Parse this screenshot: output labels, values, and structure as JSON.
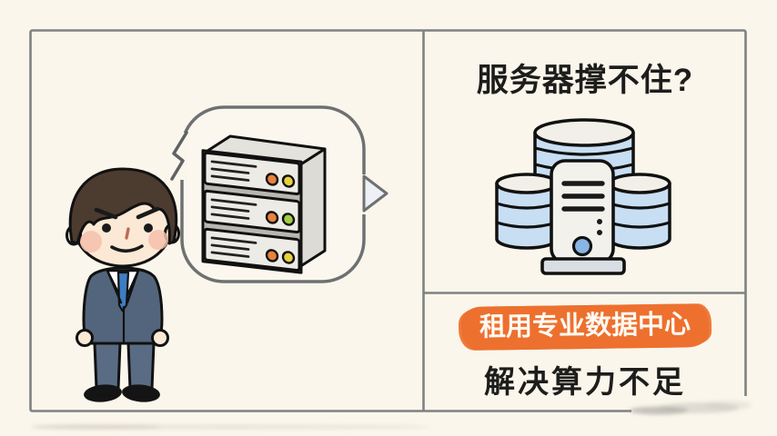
{
  "panels": {
    "top_right": {
      "title": "服务器撑不住?"
    },
    "bottom_right": {
      "highlight": "租用专业数据中心",
      "subtitle": "解决算力不足"
    },
    "left": {
      "figure": "frustrated-businessman",
      "thought": "overloaded-server-rack"
    }
  },
  "icons": {
    "speech_bubble": "speech-bubble",
    "server_rack": "server-rack-icon",
    "arrow_right": "arrow-right-icon",
    "database_cluster": "database-cluster-icon",
    "power_button": "power-button-icon"
  },
  "colors": {
    "background": "#FAF6EB",
    "panel_border": "#7F8183",
    "bubble_border": "#6E7072",
    "accent_orange": "#ED702E",
    "highlight_text": "#FFF9F2",
    "text_black": "#1D1D1B",
    "hair_brown": "#4C3B2F",
    "skin": "#FBE9D6",
    "blush_pink": "#F6C0AB",
    "suit_blue": "#53657C",
    "pants_blue": "#5A6C84",
    "tie_blue": "#3D7DC2",
    "rack_front": "#EDEBE6",
    "rack_top": "#E4E2DC",
    "rack_side": "#DDDBD5",
    "rack_back": "#B9B7B2",
    "led_orange": "#E8823C",
    "led_yellow": "#E6D13F",
    "led_green": "#A3CE44",
    "db_blue": "#C8DEF2",
    "db_top": "#F2EFE8",
    "tower_body": "#F3F1EC",
    "tower_base": "#D9DEE3",
    "power_button_blue": "#88B5E4"
  }
}
